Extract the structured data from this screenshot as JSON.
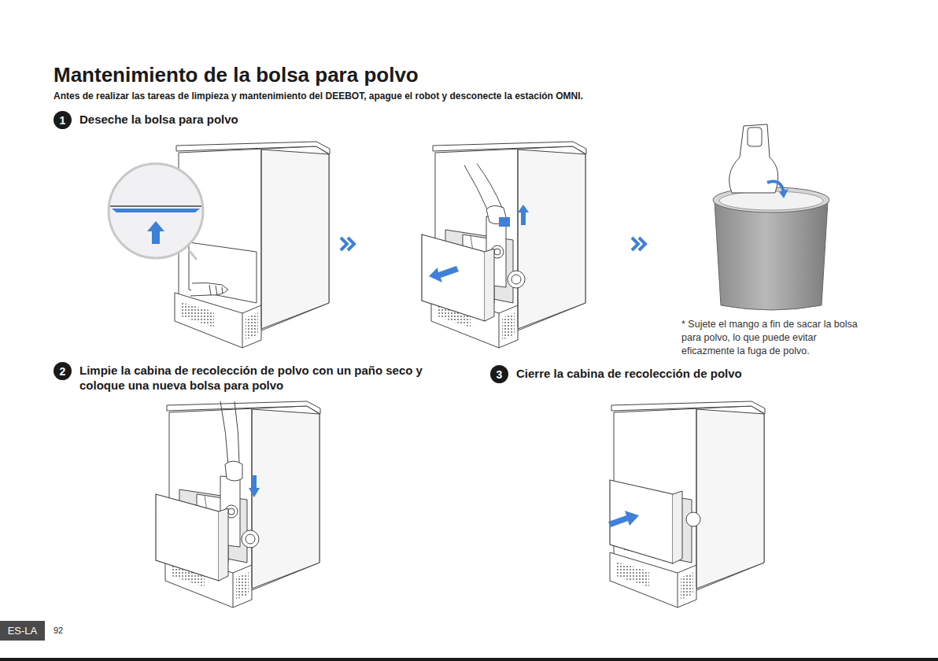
{
  "diagram": {
    "title": "Mantenimiento de la bolsa para polvo",
    "nodes": [
      {
        "text": [
          "1",
          "Deseche la bolsa para polvo"
        ]
      },
      {
        "text": [
          "2",
          "Limpie la cabina de recolección de polvo con un paño seco y coloque una nueva bolsa para polvo"
        ]
      },
      {
        "text": [
          "3",
          "Cierre la cabina de recolección de polvo"
        ]
      },
      {
        "text": [
          "ES-LA"
        ]
      }
    ],
    "labels": [
      "Antes de realizar las tareas de limpieza y mantenimiento del DEEBOT, apague el robot y desconecte la estación OMNI.",
      "* Sujete el mango a fin de sacar la bolsa para polvo, lo que puede evitar eficazmente la fuga de polvo.",
      "92"
    ]
  }
}
